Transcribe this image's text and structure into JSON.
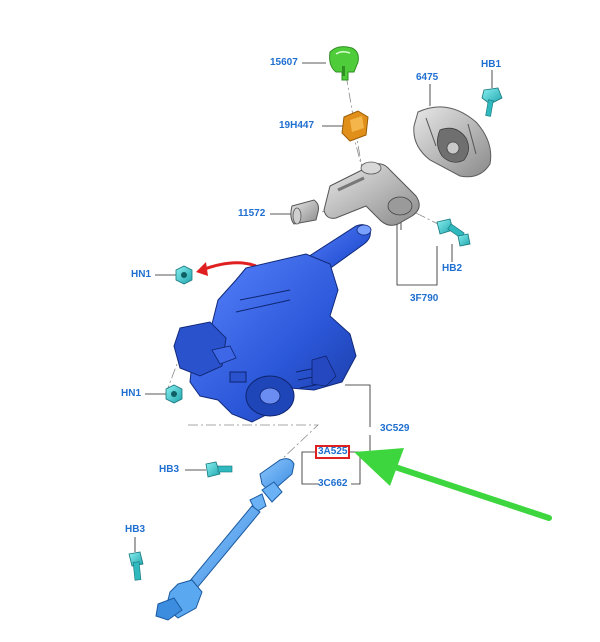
{
  "colors": {
    "label": "#1f6fd0",
    "column_body": "#2f5fe0",
    "fastener": "#35c4c8",
    "switch_green": "#4fcc3a",
    "bracket_orange": "#e08f1a",
    "housing_grey": "#b9b9b9",
    "highlight_box": "#e02020",
    "callout_arrow": "#3ed63e",
    "rotate_arrow": "#e02020"
  },
  "labels": {
    "l15607": "15607",
    "l19H447": "19H447",
    "l6475": "6475",
    "lHB1": "HB1",
    "l11572": "11572",
    "lHB2": "HB2",
    "l3F790": "3F790",
    "lHN1a": "HN1",
    "lHN1b": "HN1",
    "l3C529": "3C529",
    "l3A525": "3A525",
    "lHB3a": "HB3",
    "l3C662": "3C662",
    "lHB3b": "HB3"
  }
}
